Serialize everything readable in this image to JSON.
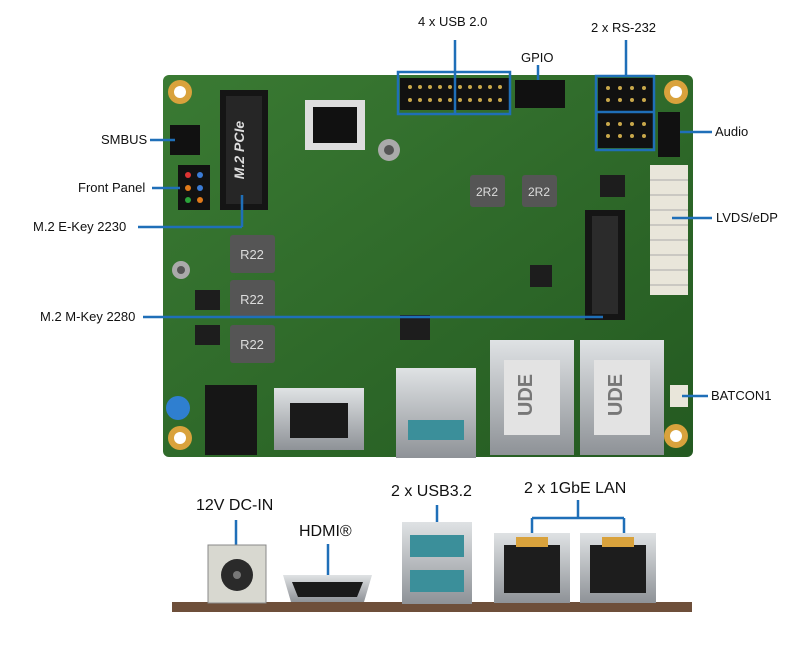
{
  "labels": {
    "usb20": "4 x USB 2.0",
    "gpio": "GPIO",
    "rs232": "2 x RS-232",
    "smbus": "SMBUS",
    "audio": "Audio",
    "front_panel": "Front Panel",
    "mkey_e": "M.2 E-Key 2230",
    "lvds": "LVDS/eDP",
    "mkey_m": "M.2 M-Key 2280",
    "batcon": "BATCON1",
    "dcin": "12V DC-IN",
    "hdmi": "HDMI®",
    "usb32": "2 x USB3.2",
    "lan": "2 x 1GbE LAN"
  },
  "board_text": {
    "m2_slot": "M.2 PCIe",
    "inductor_1": "R22",
    "inductor_2": "R22",
    "inductor_3": "R22",
    "inductor_4": "2R2",
    "inductor_5": "2R2",
    "rj45_1": "UDE",
    "rj45_2": "UDE"
  },
  "colors": {
    "pcb": "#2f6b2a",
    "pcb_dark": "#1f4d1c",
    "callout": "#1f6fb8",
    "connector_black": "#1a1a1a",
    "metal": "#b9bcbf",
    "usb_teal": "#3b8f9a",
    "mount_bar": "#6e4f3a"
  }
}
